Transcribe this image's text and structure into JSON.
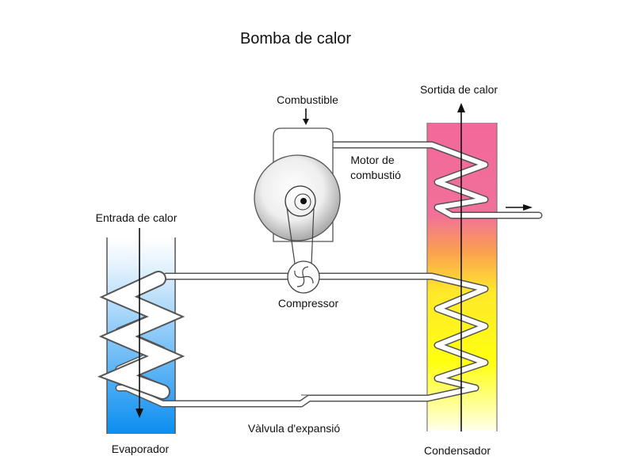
{
  "title": "Bomba de calor",
  "labels": {
    "fuel": "Combustible",
    "engine_line1": "Motor de",
    "engine_line2": "combustió",
    "heat_out": "Sortida de calor",
    "heat_in": "Entrada de calor",
    "compressor": "Compressor",
    "valve": "Vàlvula d'expansió",
    "evaporator": "Evaporador",
    "condenser": "Condensador"
  },
  "colors": {
    "evaporator_top": "#ffffff",
    "evaporator_bottom": "#0a8ef0",
    "condenser_top": "#f2689a",
    "condenser_mid": "#fbb040",
    "condenser_low": "#ffff10",
    "pipe_outline": "#555555"
  }
}
